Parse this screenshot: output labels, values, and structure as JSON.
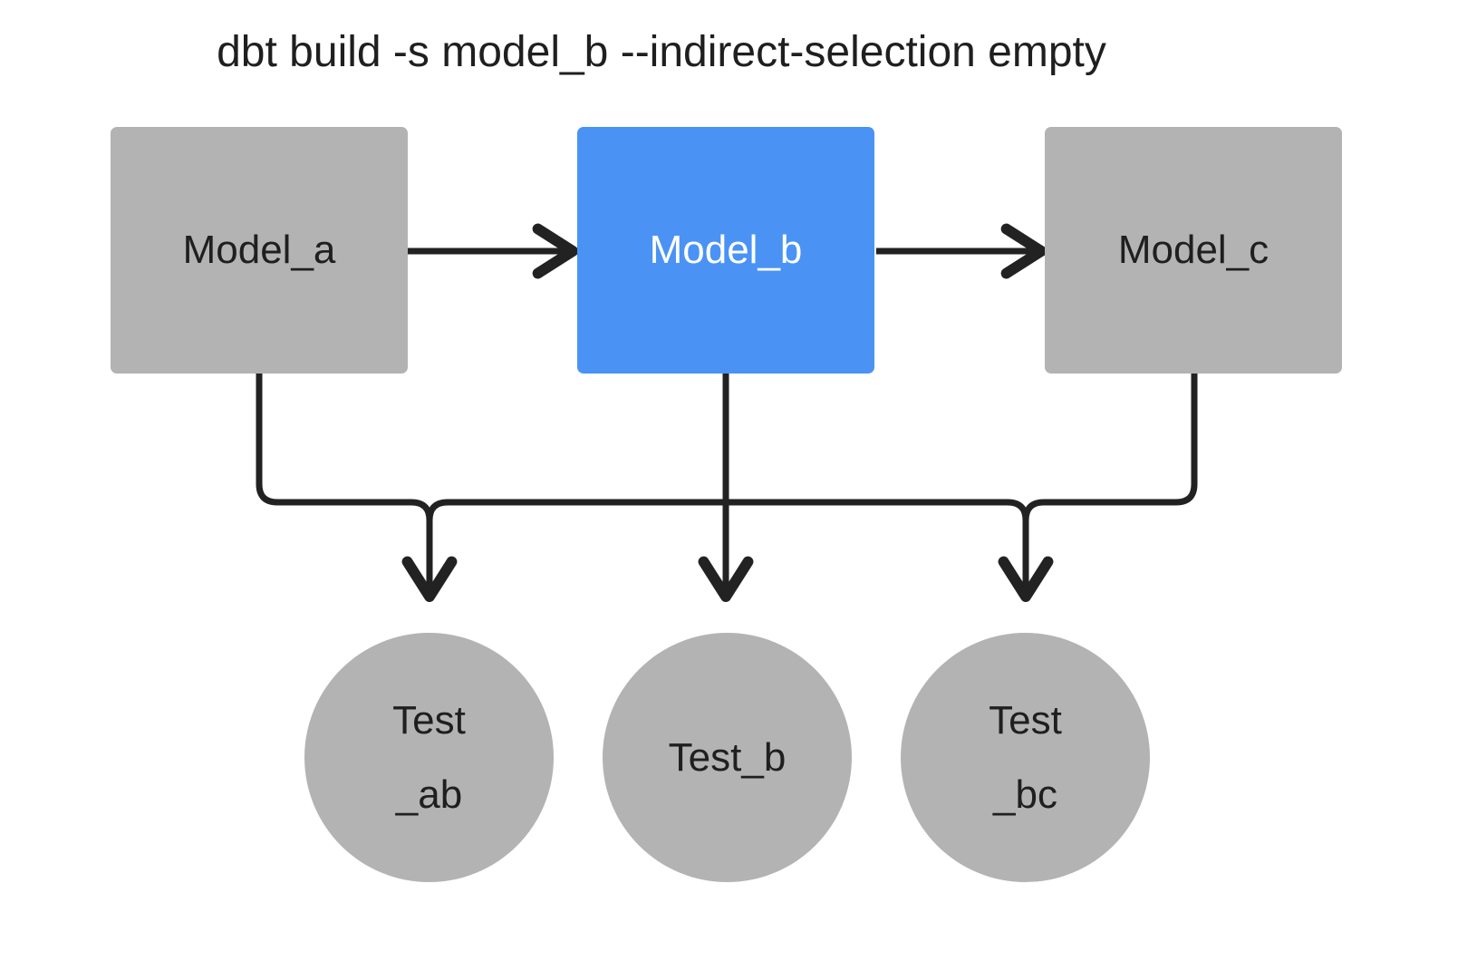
{
  "title": "dbt build -s model_b --indirect-selection empty",
  "colors": {
    "background": "#ffffff",
    "node_gray": "#b3b3b3",
    "node_selected_blue": "#4a93f5",
    "text_dark": "#1f1f1f",
    "text_light": "#ffffff",
    "edge": "#222222"
  },
  "nodes": {
    "model_a": {
      "label": "Model_a",
      "shape": "rectangle",
      "state": "unselected"
    },
    "model_b": {
      "label": "Model_b",
      "shape": "rectangle",
      "state": "selected"
    },
    "model_c": {
      "label": "Model_c",
      "shape": "rectangle",
      "state": "unselected"
    },
    "test_ab": {
      "label": "Test_ab",
      "line1": "Test",
      "line2": "_ab",
      "shape": "circle",
      "state": "unselected"
    },
    "test_b": {
      "label": "Test_b",
      "line1": "Test_b",
      "line2": "",
      "shape": "circle",
      "state": "unselected"
    },
    "test_bc": {
      "label": "Test_bc",
      "line1": "Test",
      "line2": "_bc",
      "shape": "circle",
      "state": "unselected"
    }
  },
  "edges": [
    {
      "from": "model_a",
      "to": "model_b",
      "style": "arrow-right"
    },
    {
      "from": "model_b",
      "to": "model_c",
      "style": "arrow-right"
    },
    {
      "from": "model_a",
      "to": "test_ab",
      "style": "elbow-down"
    },
    {
      "from": "model_b",
      "to": "test_ab",
      "style": "elbow-down"
    },
    {
      "from": "model_b",
      "to": "test_b",
      "style": "straight-down"
    },
    {
      "from": "model_b",
      "to": "test_bc",
      "style": "elbow-down"
    },
    {
      "from": "model_c",
      "to": "test_bc",
      "style": "elbow-down"
    }
  ]
}
